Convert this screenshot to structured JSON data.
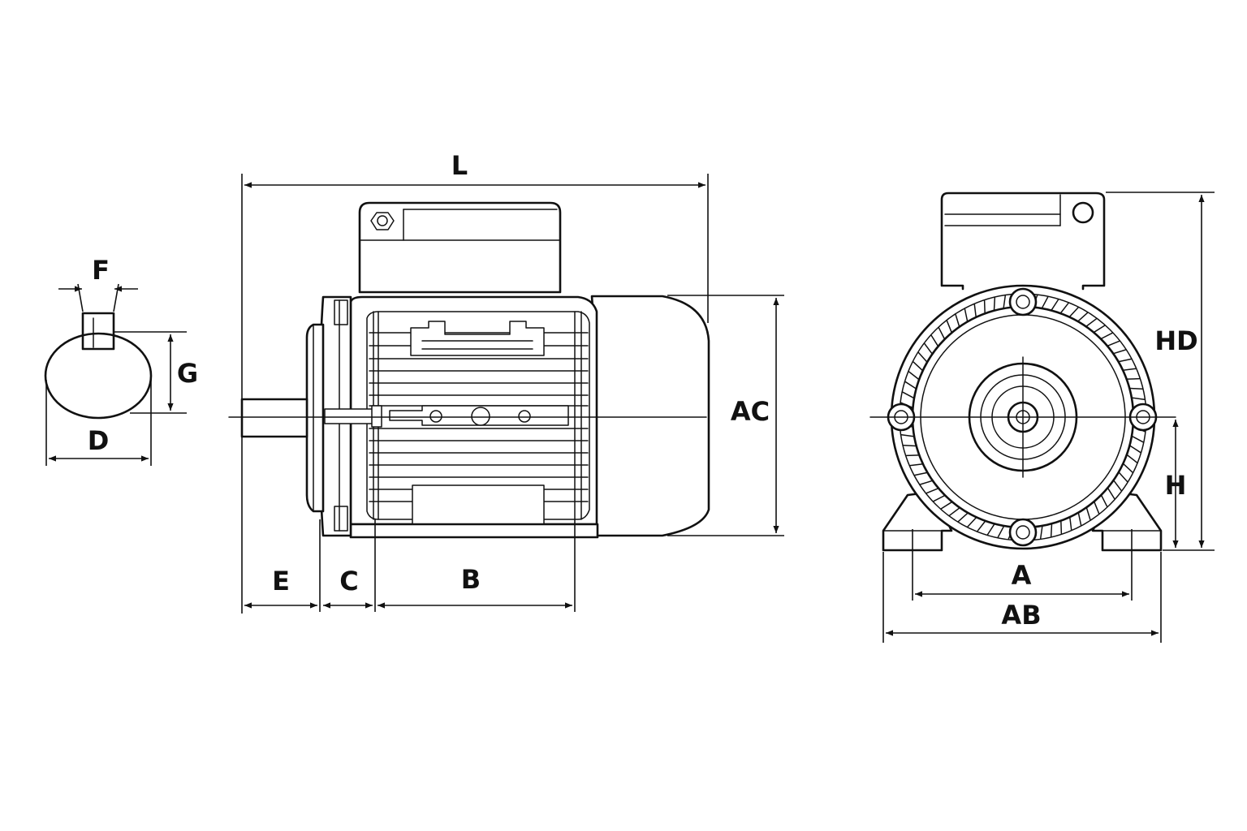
{
  "labels": {
    "F": "F",
    "G": "G",
    "D": "D",
    "L": "L",
    "AC": "AC",
    "E": "E",
    "C": "C",
    "B": "B",
    "HD": "HD",
    "H": "H",
    "A": "A",
    "AB": "AB"
  },
  "colors": {
    "line": "#111111",
    "background": "#ffffff"
  }
}
